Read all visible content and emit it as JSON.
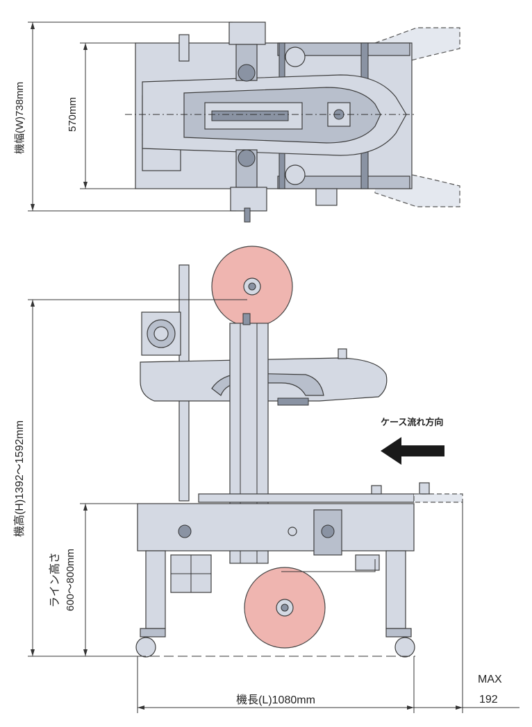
{
  "dimensions": {
    "machine_width": "機幅(W)738mm",
    "inner_width": "570mm",
    "machine_height": "機高(H)1392～1592mm",
    "line_height_title": "ライン高さ",
    "line_height_value": "600～800mm",
    "machine_length": "機長(L)1080mm",
    "max_label": "MAX",
    "max_value": "192"
  },
  "flow": {
    "label": "ケース流れ方向",
    "direction": "left"
  },
  "colors": {
    "tape": "#efb5b0",
    "machine": "#d4d9e3",
    "arrow": "#1a1a1a"
  }
}
